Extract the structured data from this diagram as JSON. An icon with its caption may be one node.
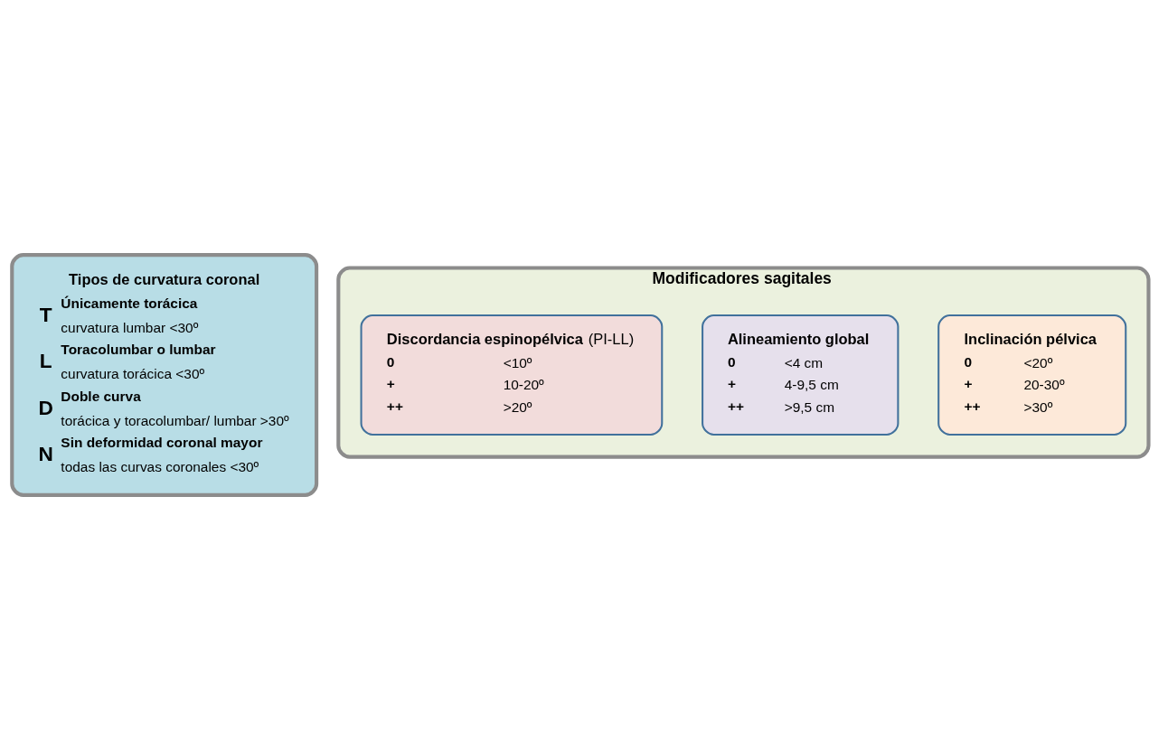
{
  "diagram": {
    "nodes": [
      {
        "text": [
          "Tipos de curvatura coronal",
          "T",
          "Únicamente torácica",
          "curvatura lumbar <30º",
          "L",
          "Toracolumbar o lumbar",
          "curvatura torácica <30º",
          "D",
          "Doble curva",
          "torácica y toracolumbar/ lumbar >30º",
          "N",
          "Sin deformidad coronal mayor",
          "todas las curvas coronales <30º"
        ]
      },
      {
        "text": [
          "Modificadores sagitales"
        ]
      },
      {
        "text": [
          "**Discordancia espinopélvica** (PI-LL)",
          "0",
          "<10º",
          "+",
          "10-20º",
          "++",
          ">20º"
        ],
        "in": 1
      },
      {
        "text": [
          "Alineamiento global",
          "0",
          "<4 cm",
          "+",
          "4-9,5 cm",
          "++",
          ">9,5 cm"
        ],
        "in": 1
      },
      {
        "text": [
          "Inclinación pélvica",
          "0",
          "<20º",
          "+",
          "20-30º",
          "++",
          ">30º"
        ],
        "in": 1
      }
    ],
    "edges": []
  }
}
